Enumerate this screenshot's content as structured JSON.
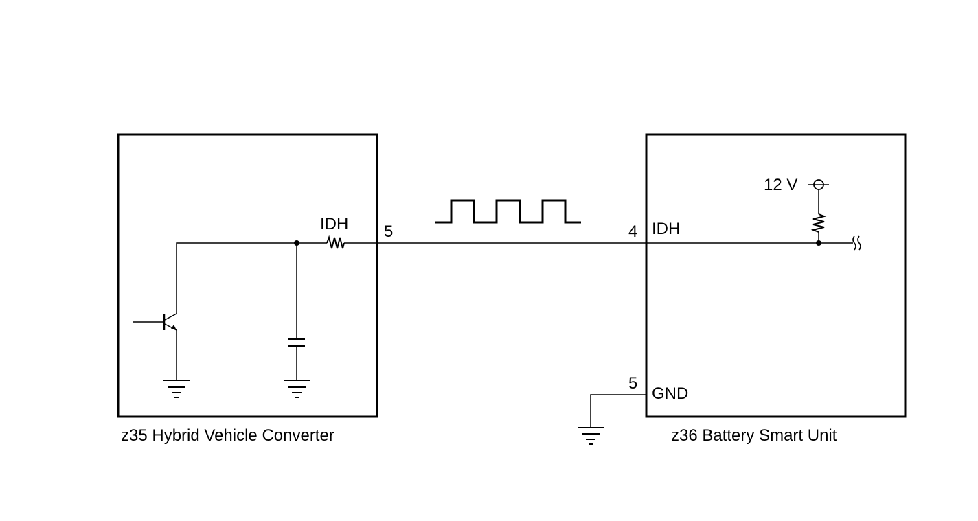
{
  "left_unit": {
    "caption": "z35 Hybrid Vehicle Converter",
    "signal_label": "IDH",
    "terminal": "5"
  },
  "right_unit": {
    "caption": "z36 Battery Smart Unit",
    "signal_label": "IDH",
    "signal_terminal": "4",
    "ground_label": "GND",
    "ground_terminal": "5",
    "supply_label": "12 V"
  },
  "icons": [
    "npn-transistor-icon",
    "capacitor-icon",
    "resistor-icon",
    "ground-icon",
    "square-wave-icon",
    "wire-break-icon"
  ]
}
